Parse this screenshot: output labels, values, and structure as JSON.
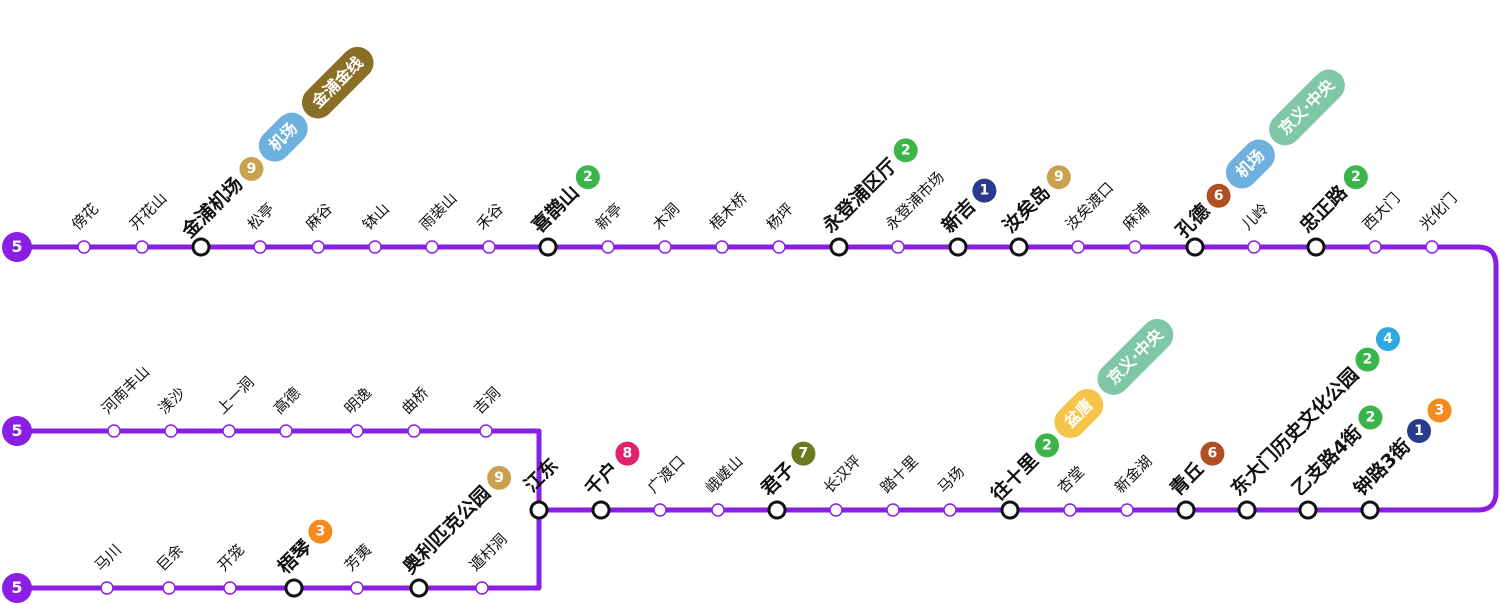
{
  "line": {
    "name": "5",
    "color": "#8a1ee3"
  },
  "colors": {
    "l1": "#283b8c",
    "l2": "#3bb54a",
    "l3": "#f58a1f",
    "l4": "#2fa8e0",
    "l6": "#b04f21",
    "l7": "#6c7a1f",
    "l8": "#e0226e",
    "l9": "#caa24f",
    "airport": "#6fb1de",
    "jingui": "#8a6e25",
    "gyeongui": "#7fc7a6",
    "gyeonggang": "#f5c54a"
  },
  "branches": [
    {
      "name": "5",
      "stations": [
        {
          "name": "傍花"
        },
        {
          "name": "开花山"
        },
        {
          "name": "金浦机场",
          "major": true,
          "transfers": [
            {
              "t": "9",
              "color": "l9"
            },
            {
              "t": "机场",
              "color": "airport",
              "pill": true
            },
            {
              "t": "金浦金线",
              "color": "jingui",
              "pill": true
            }
          ]
        },
        {
          "name": "松亭"
        },
        {
          "name": "麻谷"
        },
        {
          "name": "钵山"
        },
        {
          "name": "雨装山"
        },
        {
          "name": "禾谷"
        },
        {
          "name": "喜鹊山",
          "major": true,
          "transfers": [
            {
              "t": "2",
              "color": "l2"
            }
          ]
        },
        {
          "name": "新亭"
        },
        {
          "name": "木洞"
        },
        {
          "name": "梧木桥"
        },
        {
          "name": "杨坪"
        },
        {
          "name": "永登浦区厅",
          "major": true,
          "transfers": [
            {
              "t": "2",
              "color": "l2"
            }
          ]
        },
        {
          "name": "永登浦市场"
        },
        {
          "name": "新吉",
          "major": true,
          "transfers": [
            {
              "t": "1",
              "color": "l1"
            }
          ]
        },
        {
          "name": "汝矣岛",
          "major": true,
          "transfers": [
            {
              "t": "9",
              "color": "l9"
            }
          ]
        },
        {
          "name": "汝矣渡口"
        },
        {
          "name": "麻浦"
        },
        {
          "name": "孔德",
          "major": true,
          "transfers": [
            {
              "t": "6",
              "color": "l6"
            },
            {
              "t": "机场",
              "color": "airport",
              "pill": true
            },
            {
              "t": "京义·中央",
              "color": "gyeongui",
              "pill": true
            }
          ]
        },
        {
          "name": "儿岭"
        },
        {
          "name": "忠正路",
          "major": true,
          "transfers": [
            {
              "t": "2",
              "color": "l2"
            }
          ]
        },
        {
          "name": "西大门"
        },
        {
          "name": "光化门"
        }
      ]
    },
    {
      "name": "5",
      "stations": [
        {
          "name": "河南丰山"
        },
        {
          "name": "渼沙"
        },
        {
          "name": "上一洞"
        },
        {
          "name": "高德"
        },
        {
          "name": "明逸"
        },
        {
          "name": "曲桥"
        },
        {
          "name": "吉洞"
        }
      ]
    },
    {
      "name": "5",
      "stations": [
        {
          "name": "马川"
        },
        {
          "name": "巨余"
        },
        {
          "name": "开笼"
        },
        {
          "name": "梧琴",
          "major": true,
          "transfers": [
            {
              "t": "3",
              "color": "l3"
            }
          ]
        },
        {
          "name": "芳荑"
        },
        {
          "name": "奥利匹克公园",
          "major": true,
          "transfers": [
            {
              "t": "9",
              "color": "l9"
            }
          ]
        },
        {
          "name": "遁村洞"
        }
      ]
    },
    {
      "name": "main-lower",
      "stations": [
        {
          "name": "江东",
          "major": true
        },
        {
          "name": "千户",
          "major": true,
          "transfers": [
            {
              "t": "8",
              "color": "l8"
            }
          ]
        },
        {
          "name": "广渡口"
        },
        {
          "name": "峨嵯山"
        },
        {
          "name": "君子",
          "major": true,
          "transfers": [
            {
              "t": "7",
              "color": "l7"
            }
          ]
        },
        {
          "name": "长汉坪"
        },
        {
          "name": "踏十里"
        },
        {
          "name": "马场"
        },
        {
          "name": "往十里",
          "major": true,
          "transfers": [
            {
              "t": "2",
              "color": "l2"
            },
            {
              "t": "盆唐",
              "color": "gyeonggang",
              "pill": true
            },
            {
              "t": "京义·中央",
              "color": "gyeongui",
              "pill": true
            }
          ]
        },
        {
          "name": "杏堂"
        },
        {
          "name": "新金湖"
        },
        {
          "name": "青丘",
          "major": true,
          "transfers": [
            {
              "t": "6",
              "color": "l6"
            }
          ]
        },
        {
          "name": "东大门历史文化公园",
          "major": true,
          "transfers": [
            {
              "t": "2",
              "color": "l2"
            },
            {
              "t": "4",
              "color": "l4"
            }
          ]
        },
        {
          "name": "乙支路4街",
          "major": true,
          "transfers": [
            {
              "t": "2",
              "color": "l2"
            }
          ]
        },
        {
          "name": "钟路3街",
          "major": true,
          "transfers": [
            {
              "t": "1",
              "color": "l1"
            },
            {
              "t": "3",
              "color": "l3"
            }
          ]
        }
      ]
    }
  ]
}
